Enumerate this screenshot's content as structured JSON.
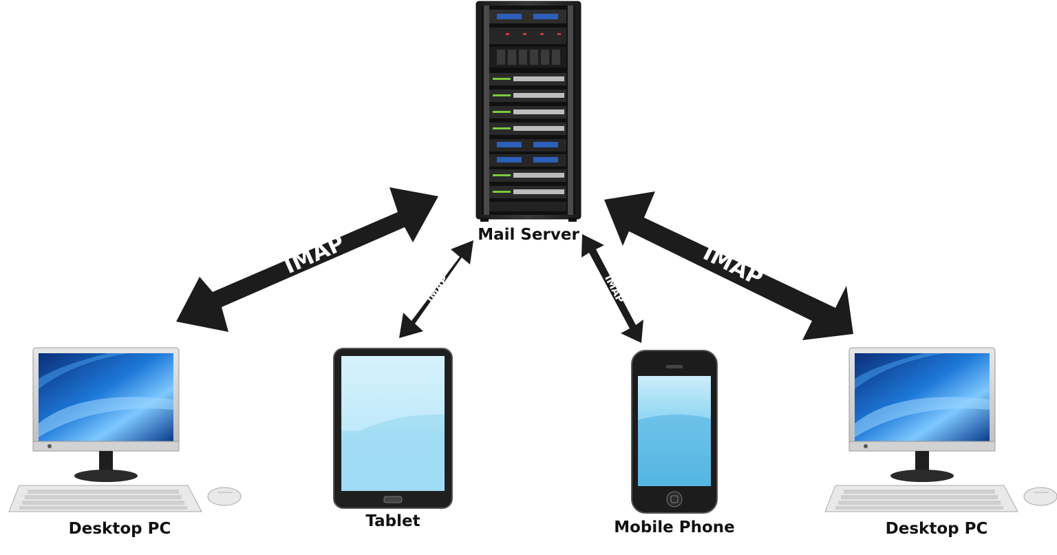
{
  "nodes": {
    "server": {
      "label": "Mail Server",
      "icon": "server-rack-icon"
    },
    "pc_left": {
      "label": "Desktop PC",
      "icon": "desktop-computer-icon"
    },
    "tablet": {
      "label": "Tablet",
      "icon": "tablet-icon"
    },
    "phone": {
      "label": "Mobile Phone",
      "icon": "mobile-phone-icon"
    },
    "pc_right": {
      "label": "Desktop PC",
      "icon": "desktop-computer-icon"
    }
  },
  "connections": [
    {
      "from": "server",
      "to": "pc_left",
      "protocol": "IMAP"
    },
    {
      "from": "server",
      "to": "tablet",
      "protocol": "IMAP"
    },
    {
      "from": "server",
      "to": "phone",
      "protocol": "IMAP"
    },
    {
      "from": "server",
      "to": "pc_right",
      "protocol": "IMAP"
    }
  ],
  "colors": {
    "arrow": "#1c1c1c",
    "rack": "#2b2b2b",
    "screen_blue": "#1a63c9",
    "device_body": "#202020",
    "tablet_screen": "#b8e6f8",
    "phone_screen": "#7fd0f0",
    "keyboard": "#e8e8e8"
  }
}
